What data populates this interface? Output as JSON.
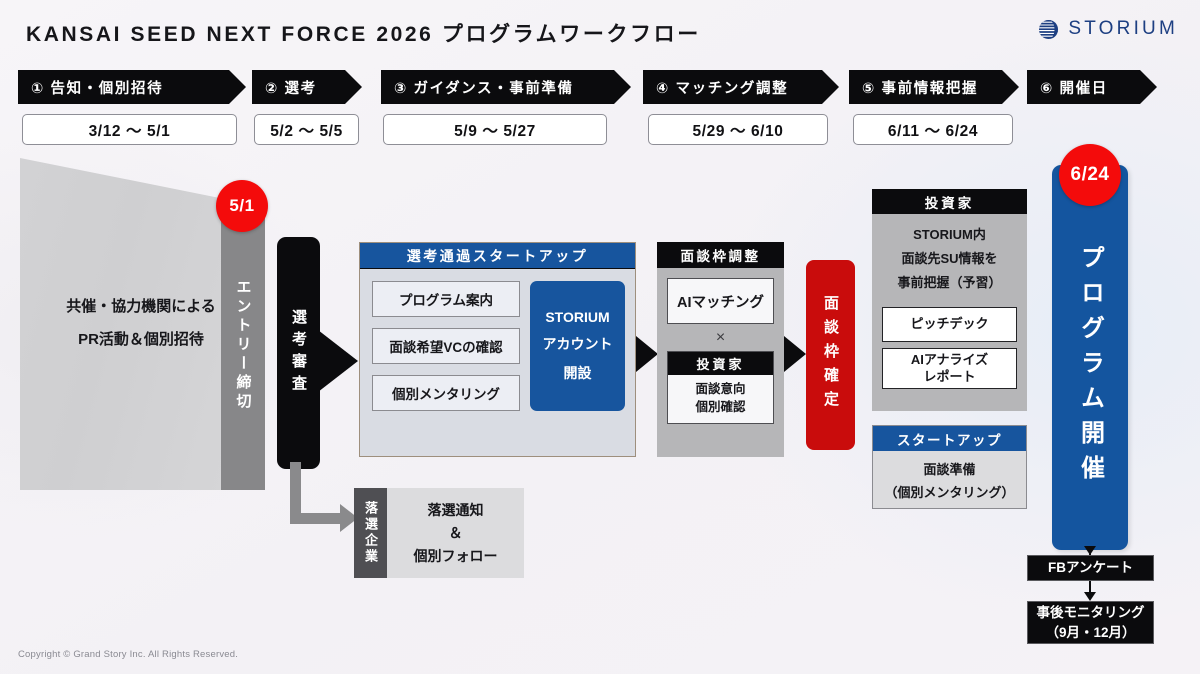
{
  "header": {
    "title": "KANSAI SEED NEXT FORCE 2026 プログラムワークフロー",
    "logo_text": "STORIUM",
    "logo_icon": "striped-globe-icon",
    "logo_color": "#1d3f82"
  },
  "steps": [
    {
      "label": "① 告知・個別招待",
      "date": "3/12 〜 5/1"
    },
    {
      "label": "② 選考",
      "date": "5/2 〜 5/5"
    },
    {
      "label": "③ ガイダンス・事前準備",
      "date": "5/9 〜 5/27"
    },
    {
      "label": "④ マッチング調整",
      "date": "5/29 〜 6/10"
    },
    {
      "label": "⑤ 事前情報把握",
      "date": "6/11 〜 6/24"
    },
    {
      "label": "⑥ 開催日",
      "date": ""
    }
  ],
  "funnel": {
    "line1": "共催・協力機関による",
    "line2": "PR活動＆個別招待"
  },
  "entry_deadline": {
    "label": "エントリー締切",
    "badge": "5/1",
    "badge_color": "#f40b0b"
  },
  "screening": {
    "label": "選考審査"
  },
  "rejection": {
    "tab_label": "落選企業",
    "line1": "落選通知",
    "line2": "＆",
    "line3": "個別フォロー"
  },
  "startup_panel": {
    "header": "選考通過スタートアップ",
    "header_color": "#17559e",
    "items": [
      "プログラム案内",
      "面談希望VCの確認",
      "個別メンタリング"
    ],
    "account_box": {
      "line1": "STORIUM",
      "line2": "アカウント",
      "line3": "開設",
      "color": "#17559e"
    }
  },
  "matching_panel": {
    "header": "面談枠調整",
    "ai_box": "AIマッチング",
    "operator": "×",
    "investor_sub_header": "投資家",
    "investor_line1": "面談意向",
    "investor_line2": "個別確認"
  },
  "fix_box": {
    "label": "面談枠確定",
    "color": "#c90c0c"
  },
  "investor_panel": {
    "header": "投資家",
    "line1": "STORIUM内",
    "line2": "面談先SU情報を",
    "line3": "事前把握（予習）",
    "box1": "ピッチデック",
    "box2_line1": "AIアナライズ",
    "box2_line2": "レポート"
  },
  "prep_panel": {
    "header": "スタートアップ",
    "line1": "面談準備",
    "line2": "（個別メンタリング）"
  },
  "program": {
    "label": "プログラム開催",
    "badge": "6/24",
    "color": "#14559f"
  },
  "followups": [
    {
      "line1": "FBアンケート",
      "line2": ""
    },
    {
      "line1": "事後モニタリング",
      "line2": "（9月・12月）"
    }
  ],
  "footer": {
    "copyright": "Copyright ©  Grand Story Inc. All Rights Reserved."
  }
}
